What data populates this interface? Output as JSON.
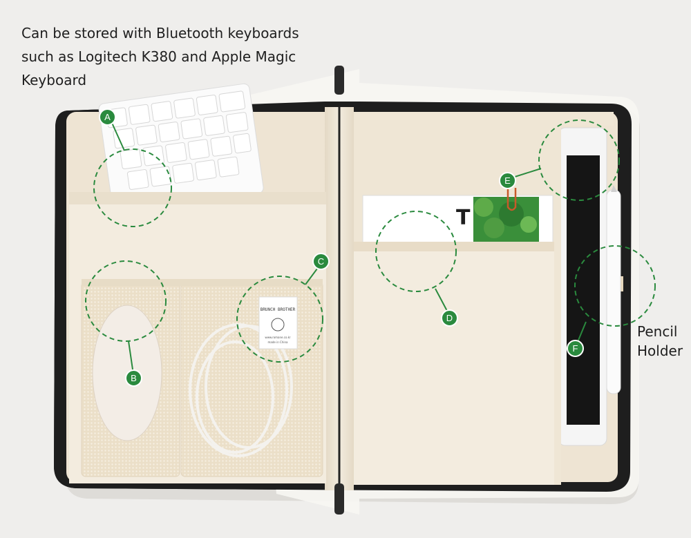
{
  "caption": {
    "lines": [
      "Can be stored with Bluetooth keyboards",
      "such as Logitech K380 and Apple Magic",
      "Keyboard"
    ]
  },
  "side_label": {
    "lines": [
      "Pencil",
      "Holder"
    ]
  },
  "callouts": [
    "A",
    "B",
    "C",
    "D",
    "E",
    "F"
  ],
  "photo": {
    "subject": "open zippered organizer pouch with keyboard, mouse, cable, notebook, tablet and pencil",
    "colors": {
      "background": "#efeeec",
      "canvas": "#eee4d3",
      "pocket": "#f3ecdf",
      "zipper": "#1c1c1c",
      "callout_green": "#2a8a3e"
    }
  },
  "label_tag": {
    "brand": "BRUNCH BROTHER",
    "site": "www.romane.co.kr",
    "origin": "made in China"
  }
}
